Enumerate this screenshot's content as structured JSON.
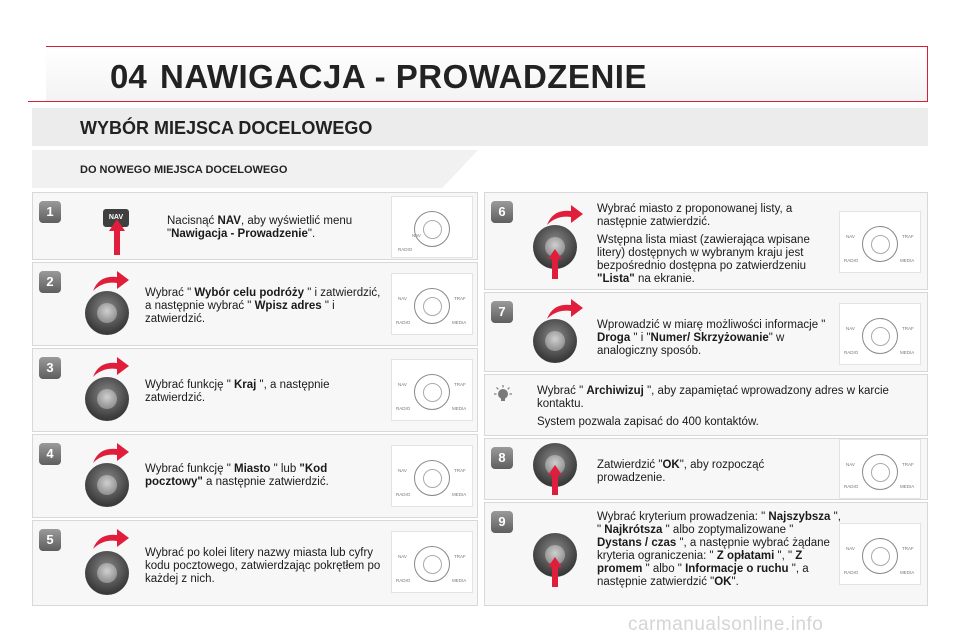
{
  "header": {
    "chapter": "04",
    "title": "NAWIGACJA - PROWADZENIE"
  },
  "section": {
    "title": "WYBÓR MIEJSCA DOCELOWEGO",
    "subtitle": "DO NOWEGO MIEJSCA DOCELOWEGO"
  },
  "device_labels": {
    "nav": "NAV",
    "traf": "TRAF",
    "radio": "RADIO",
    "media": "MEDIA"
  },
  "steps": {
    "s1": {
      "num": "1",
      "a": "Nacisnąć ",
      "b": "NAV",
      "c": ", aby wyświetlić menu \"",
      "d": "Nawigacja - Prowadzenie",
      "e": "\"."
    },
    "s2": {
      "num": "2",
      "a": "Wybrać \" ",
      "b": "Wybór celu podróży",
      "c": " \" i zatwierdzić, a następnie wybrać \" ",
      "d": "Wpisz adres",
      "e": " \" i zatwierdzić."
    },
    "s3": {
      "num": "3",
      "a": "Wybrać funkcję \" ",
      "b": "Kraj",
      "c": " \", a następnie zatwierdzić."
    },
    "s4": {
      "num": "4",
      "a": "Wybrać funkcję \" ",
      "b": "Miasto",
      "c": " \" lub ",
      "d": "\"Kod pocztowy\"",
      "e": " a następnie zatwierdzić."
    },
    "s5": {
      "num": "5",
      "a": "Wybrać po kolei litery nazwy miasta lub cyfry kodu pocztowego, zatwierdzając pokrętłem po każdej z nich."
    },
    "s6": {
      "num": "6",
      "p1": "Wybrać miasto z proponowanej listy, a następnie zatwierdzić.",
      "p2a": "Wstępna lista miast (zawierająca wpisane litery) dostępnych w wybranym kraju jest bezpośrednio dostępna po zatwierdzeniu ",
      "p2b": "\"Lista\"",
      "p2c": " na ekranie."
    },
    "s7": {
      "num": "7",
      "a": "Wprowadzić w miarę możliwości informacje \" ",
      "b": "Droga",
      "c": " \" i \"",
      "d": "Numer/ Skrzyżowanie",
      "e": "\" w analogiczny sposób."
    },
    "tip": {
      "a": "Wybrać \" ",
      "b": "Archiwizuj",
      "c": " \", aby zapamiętać wprowadzony adres w karcie kontaktu.",
      "p2": "System pozwala zapisać do 400 kontaktów."
    },
    "s8": {
      "num": "8",
      "a": "Zatwierdzić \"",
      "b": "OK",
      "c": "\", aby rozpocząć prowadzenie."
    },
    "s9": {
      "num": "9",
      "a": "Wybrać kryterium prowadzenia: \" ",
      "b": "Najszybsza",
      "c": " \", \" ",
      "d": "Najkrótsza",
      "e": " \" albo zoptymalizowane \" ",
      "f": "Dystans / czas",
      "g": " \", a następnie wybrać żądane kryteria ograniczenia: \" ",
      "h": "Z opłatami",
      "i": " \", \" ",
      "j": "Z promem",
      "k": " \" albo \" ",
      "l": "Informacje o ruchu",
      "m": " \", a następnie zatwierdzić \"",
      "n": "OK",
      "o": "\"."
    }
  },
  "watermark": "carmanualsonline.info",
  "colors": {
    "accent": "#d61f3a",
    "arrow": "#e01e3c"
  }
}
